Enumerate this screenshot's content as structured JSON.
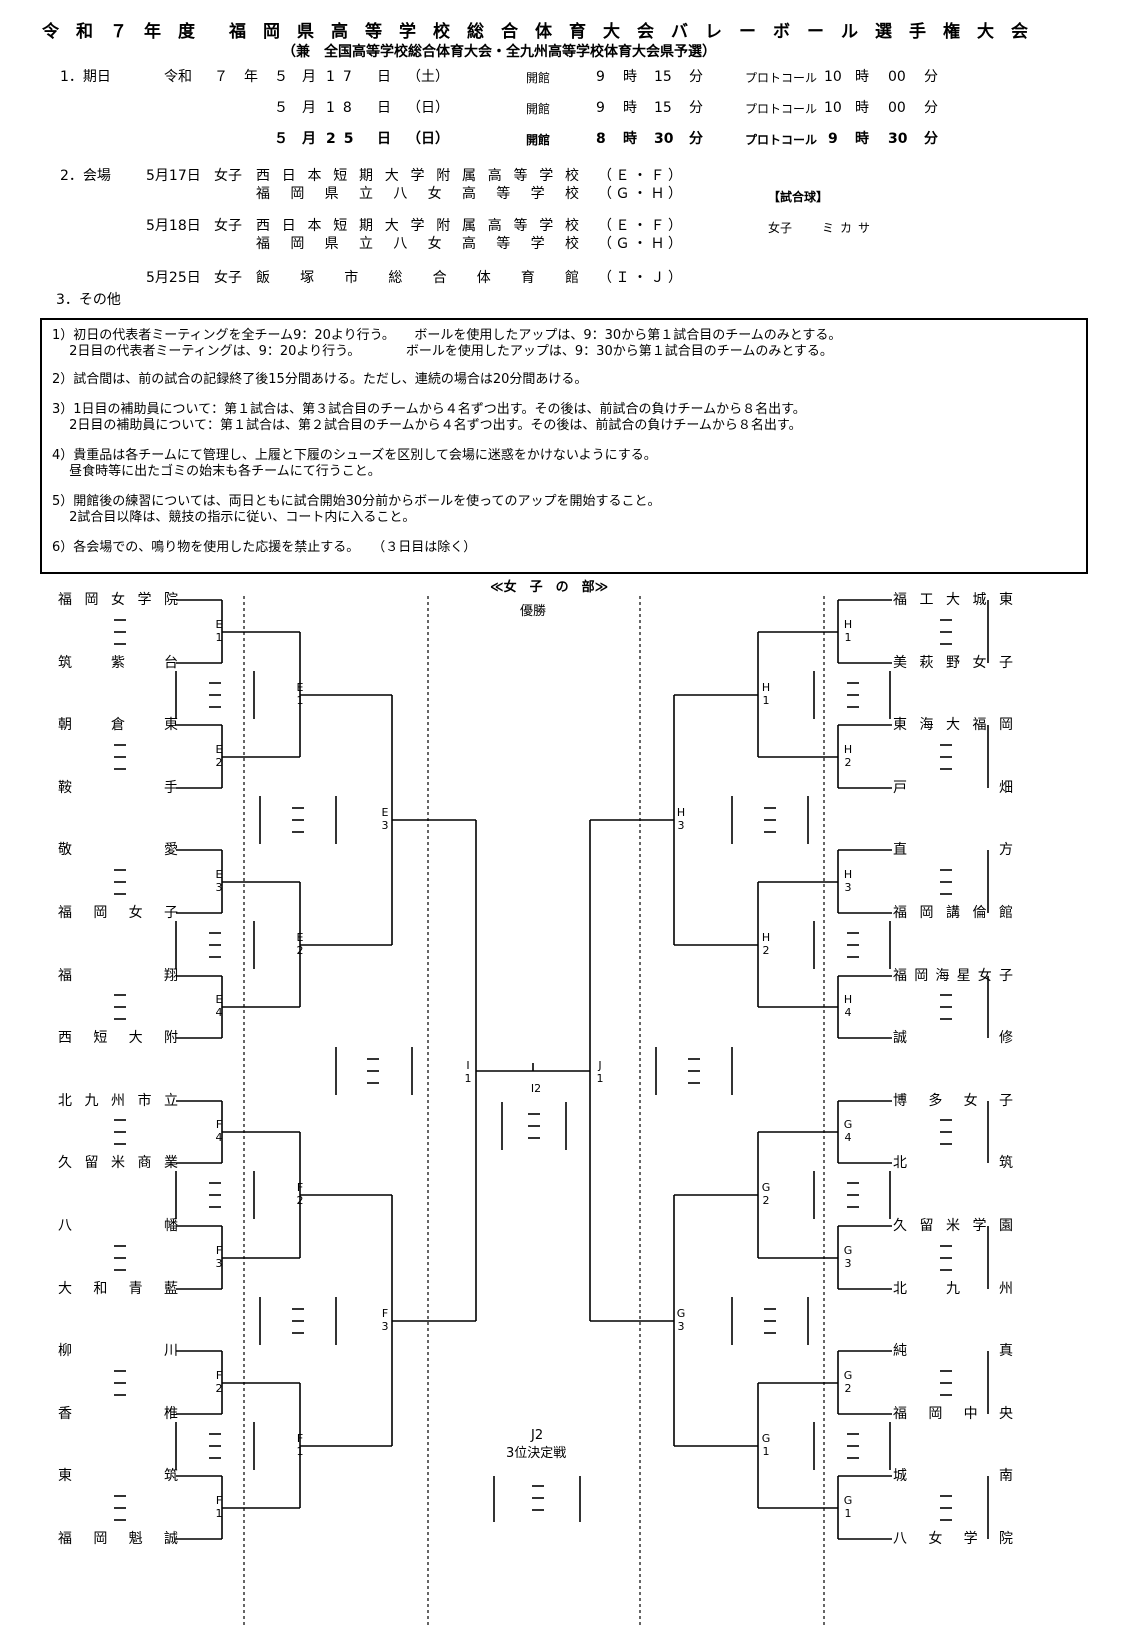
{
  "header": {
    "title": "令　和　７　年　度　　福　岡　県　高　等　学　校　総　合　体　育　大　会　バ　レ　ー　ボ　ー　ル　選　手　権　大　会",
    "subtitle": "（兼　全国高等学校総合体育大会・全九州高等学校体育大会県予選）"
  },
  "schedule": {
    "heading": "1．期日",
    "era": "令和",
    "year": "７",
    "rows": [
      {
        "year_label": "年",
        "month": "５",
        "day": "17",
        "weekday": "（土）",
        "open": "開館",
        "oh": "9",
        "om": "15",
        "proto": "プロトコール",
        "ph": "10",
        "pm": "00",
        "bold": false
      },
      {
        "year_label": "",
        "month": "５",
        "day": "18",
        "weekday": "（日）",
        "open": "開館",
        "oh": "9",
        "om": "15",
        "proto": "プロトコール",
        "ph": "10",
        "pm": "00",
        "bold": false
      },
      {
        "year_label": "",
        "month": "５",
        "day": "25",
        "weekday": "（日）",
        "open": "開館",
        "oh": "8",
        "om": "30",
        "proto": "プロトコール",
        "ph": "9",
        "pm": "30",
        "bold": true
      }
    ],
    "labels": {
      "month": "月",
      "day": "日",
      "hour": "時",
      "minute": "分"
    }
  },
  "venues": {
    "heading": "2．会場",
    "rows": [
      {
        "date": "5月17日",
        "sex": "女子",
        "name": "西日本短期大学附属高等学校",
        "courts": "（Ｅ・Ｆ）"
      },
      {
        "date": "",
        "sex": "",
        "name": "福岡県立八女高等学校",
        "courts": "（Ｇ・Ｈ）"
      },
      {
        "date": "5月18日",
        "sex": "女子",
        "name": "西日本短期大学附属高等学校",
        "courts": "（Ｅ・Ｆ）"
      },
      {
        "date": "",
        "sex": "",
        "name": "福岡県立八女高等学校",
        "courts": "（Ｇ・Ｈ）"
      },
      {
        "date": "5月25日",
        "sex": "女子",
        "name": "飯塚市総合体育館",
        "courts": "（Ｉ・Ｊ）"
      }
    ],
    "ball_heading": "【試合球】",
    "ball_sex": "女子",
    "ball_brand": "ミカサ"
  },
  "other": {
    "heading": "3．その他",
    "notes": [
      "1）初日の代表者ミーティングを全チーム9：20より行う。　　ボールを使用したアップは、9：30から第１試合目のチームのみとする。",
      "　 2日目の代表者ミーティングは、9：20より行う。　　　　ボールを使用したアップは、9：30から第１試合目のチームのみとする。",
      "2）試合間は、前の試合の記録終了後15分間あける。ただし、連続の場合は20分間あける。",
      "3）1日目の補助員について：第１試合は、第３試合目のチームから４名ずつ出す。その後は、前試合の負けチームから８名出す。",
      "　 2日目の補助員について：第１試合は、第２試合目のチームから４名ずつ出す。その後は、前試合の負けチームから８名出す。",
      "4）貴重品は各チームにて管理し、上履と下履のシューズを区別して会場に迷惑をかけないようにする。",
      "　 昼食時等に出たゴミの始末も各チームにて行うこと。",
      "5）開館後の練習については、両日ともに試合開始30分前からボールを使ってのアップを開始すること。",
      "　 2試合目以降は、競技の指示に従い、コート内に入ること。",
      "6）各会場での、鳴り物を使用した応援を禁止する。　　（３日目は除く）"
    ]
  },
  "bracket": {
    "division_title": "≪女　子　の　部≫",
    "champion_label": "優勝",
    "third_place_code": "J2",
    "third_place_label": "3位決定戦",
    "final_code": "I2",
    "left_teams": [
      "福岡女学院",
      "筑紫台",
      "朝倉東",
      "鞍手",
      "敬愛",
      "福岡女子",
      "福翔",
      "西短大附",
      "北九州市立",
      "久留米商業",
      "八幡",
      "大和青藍",
      "柳川",
      "香椎",
      "東筑",
      "福岡魁誠"
    ],
    "right_teams": [
      "福工大城東",
      "美萩野女子",
      "東海大福岡",
      "戸畑",
      "直方",
      "福岡講倫館",
      "福岡海星女子",
      "誠修",
      "博多女子",
      "北筑",
      "久留米学園",
      "北九州",
      "純真",
      "福岡中央",
      "城南",
      "八女学院"
    ],
    "left_r1": [
      [
        "E",
        "1"
      ],
      [
        "E",
        "2"
      ],
      [
        "E",
        "3"
      ],
      [
        "E",
        "4"
      ],
      [
        "F",
        "4"
      ],
      [
        "F",
        "3"
      ],
      [
        "F",
        "2"
      ],
      [
        "F",
        "1"
      ]
    ],
    "left_r2": [
      [
        "E",
        "1"
      ],
      [
        "E",
        "2"
      ],
      [
        "F",
        "2"
      ],
      [
        "F",
        "1"
      ]
    ],
    "left_r3": [
      [
        "E",
        "3"
      ],
      [
        "F",
        "3"
      ]
    ],
    "left_r4": [
      "I",
      "1"
    ],
    "right_r1": [
      [
        "H",
        "1"
      ],
      [
        "H",
        "2"
      ],
      [
        "H",
        "3"
      ],
      [
        "H",
        "4"
      ],
      [
        "G",
        "4"
      ],
      [
        "G",
        "3"
      ],
      [
        "G",
        "2"
      ],
      [
        "G",
        "1"
      ]
    ],
    "right_r2": [
      [
        "H",
        "1"
      ],
      [
        "H",
        "2"
      ],
      [
        "G",
        "2"
      ],
      [
        "G",
        "1"
      ]
    ],
    "right_r3": [
      [
        "H",
        "3"
      ],
      [
        "G",
        "3"
      ]
    ],
    "right_r4": [
      "J",
      "1"
    ]
  }
}
